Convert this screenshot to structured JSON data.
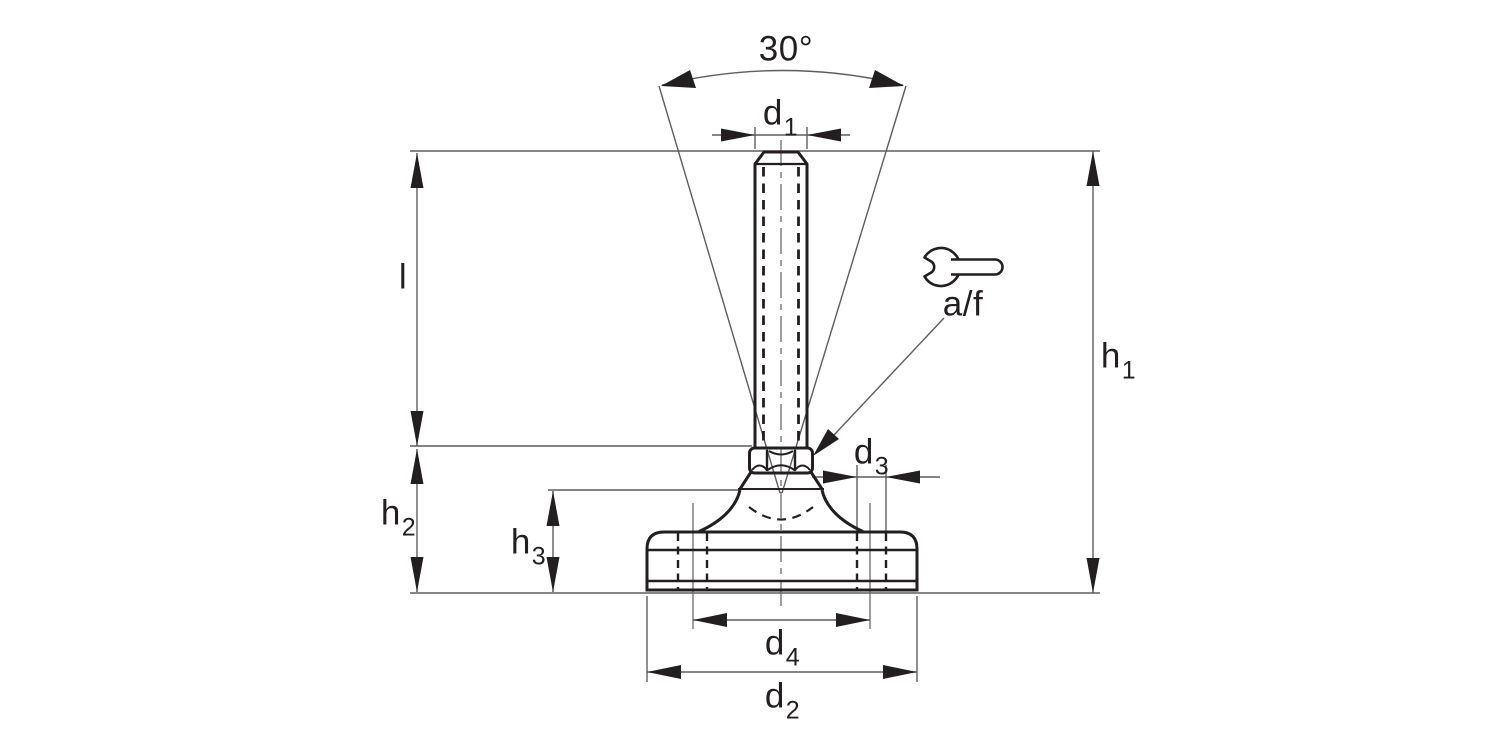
{
  "diagram": {
    "type": "technical-drawing",
    "subject": "levelling foot with threaded stud",
    "colors": {
      "ink": "#231f20",
      "thin_line": "#5d5d60",
      "background": "#ffffff"
    },
    "icons": {
      "wrench": "open-end-wrench-icon"
    },
    "labels": {
      "angle": "30°",
      "af": "a/f",
      "d1": {
        "base": "d",
        "sub": "1"
      },
      "d2": {
        "base": "d",
        "sub": "2"
      },
      "d3": {
        "base": "d",
        "sub": "3"
      },
      "d4": {
        "base": "d",
        "sub": "4"
      },
      "h1": {
        "base": "h",
        "sub": "1"
      },
      "h2": {
        "base": "h",
        "sub": "2"
      },
      "h3": {
        "base": "h",
        "sub": "3"
      },
      "l": {
        "base": "l",
        "sub": ""
      }
    }
  }
}
